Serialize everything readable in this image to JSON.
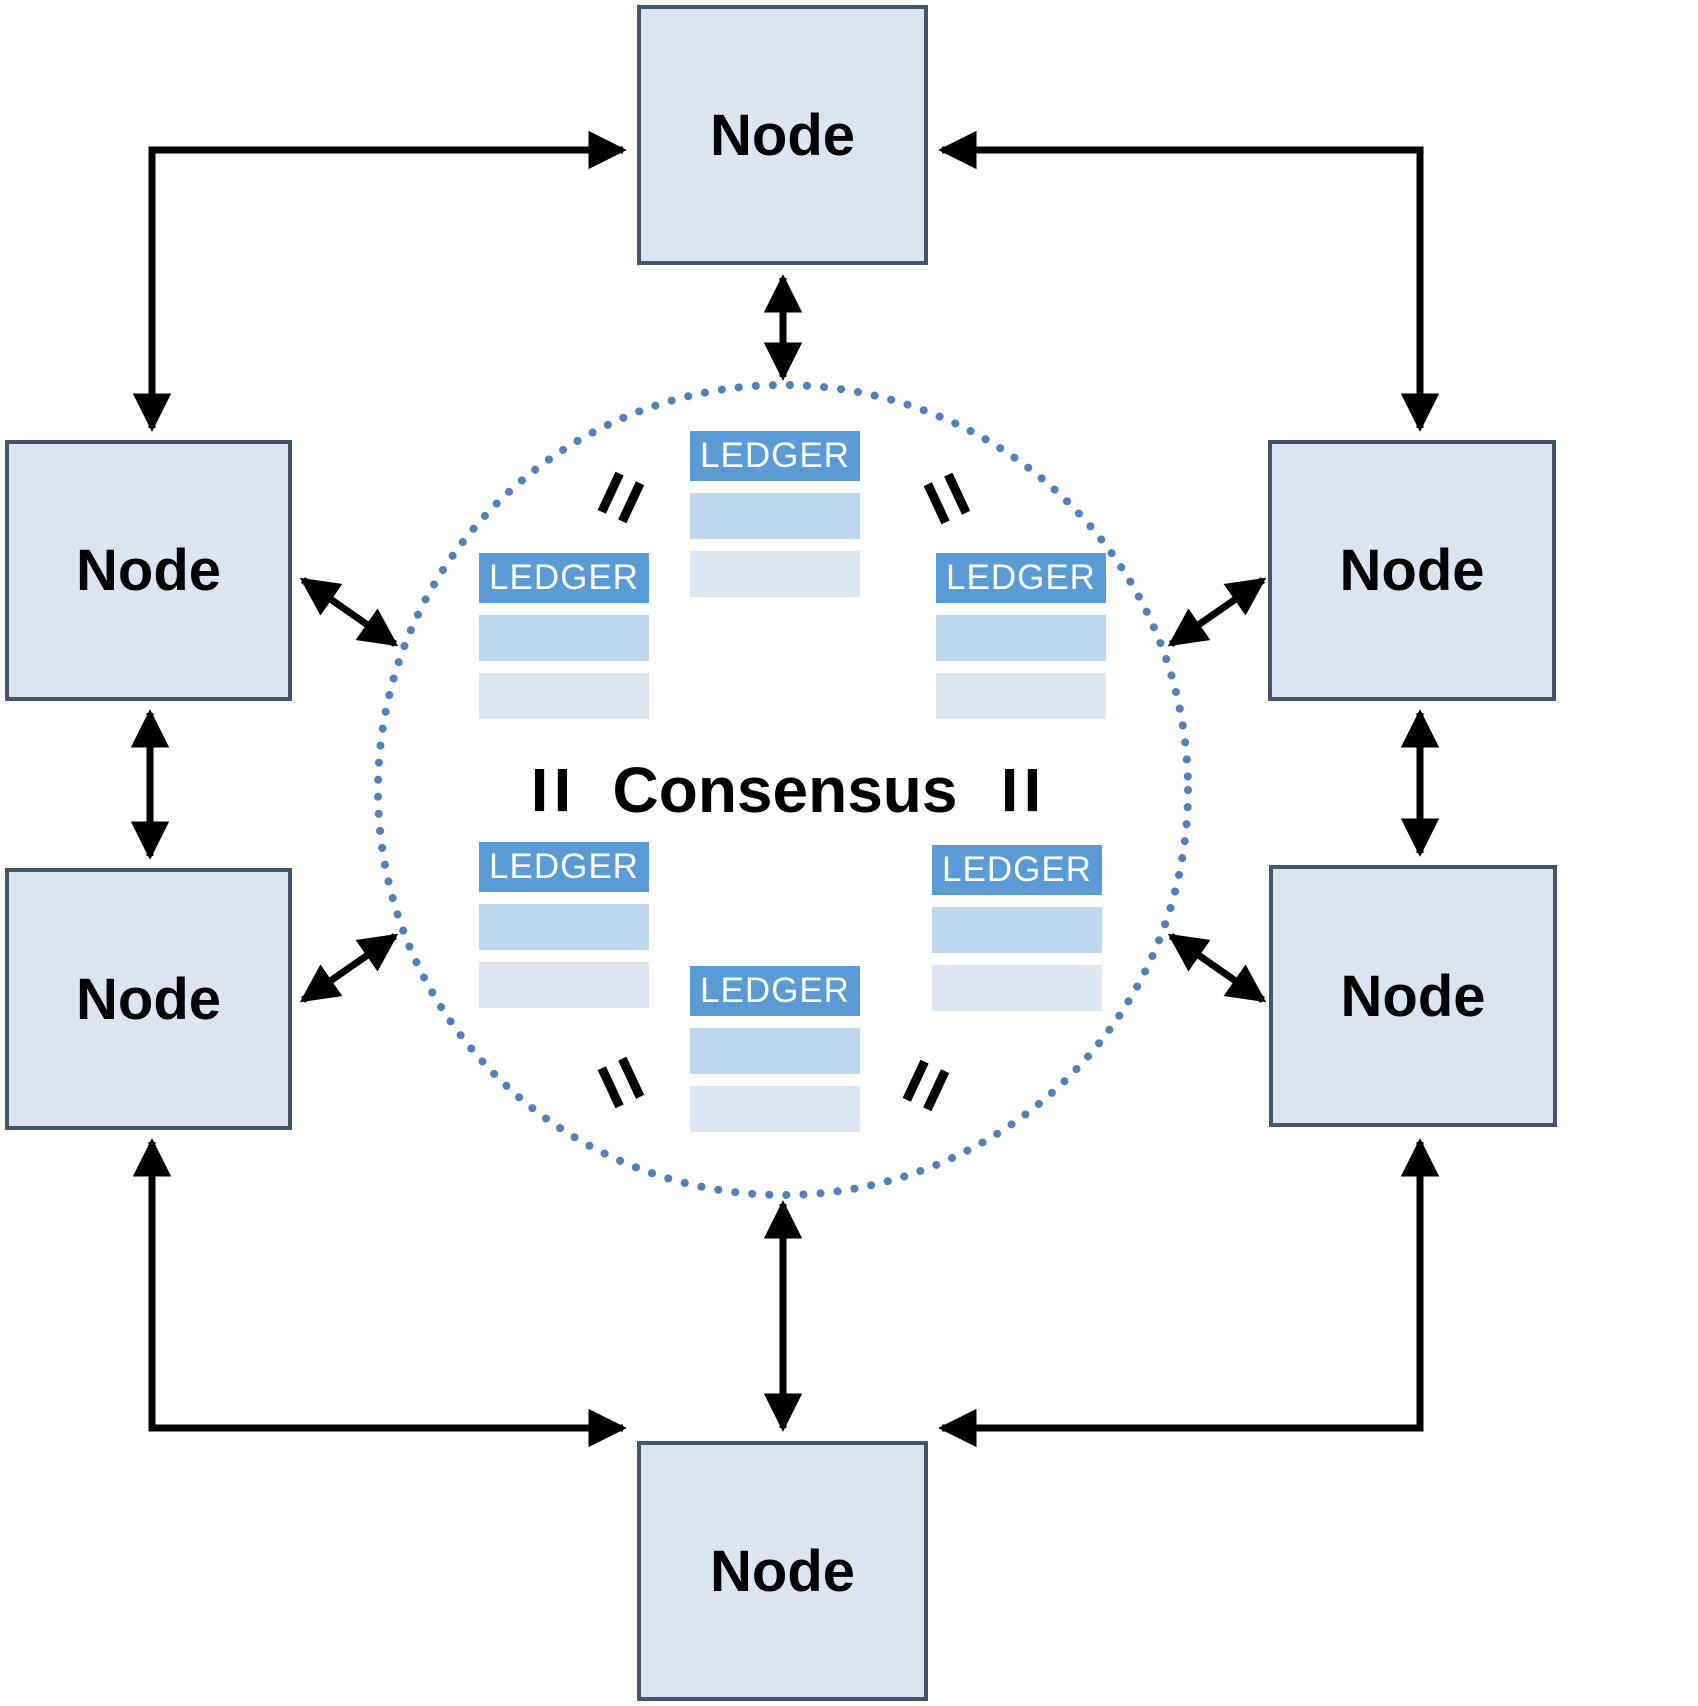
{
  "diagram": {
    "title": "",
    "center_label": "Consensus",
    "equals_symbol": "=",
    "nodes": [
      {
        "id": "top",
        "label": "Node"
      },
      {
        "id": "left-upper",
        "label": "Node"
      },
      {
        "id": "right-upper",
        "label": "Node"
      },
      {
        "id": "left-lower",
        "label": "Node"
      },
      {
        "id": "right-lower",
        "label": "Node"
      },
      {
        "id": "bottom",
        "label": "Node"
      }
    ],
    "ledgers": [
      {
        "id": "top",
        "label": "LEDGER"
      },
      {
        "id": "left-upper",
        "label": "LEDGER"
      },
      {
        "id": "right-upper",
        "label": "LEDGER"
      },
      {
        "id": "left-lower",
        "label": "LEDGER"
      },
      {
        "id": "right-lower",
        "label": "LEDGER"
      },
      {
        "id": "bottom",
        "label": "LEDGER"
      }
    ],
    "colors": {
      "background": "#ffffff",
      "node_fill": "#dbe5f1",
      "node_border": "#44546a",
      "circle_dotted": "#4f81bd",
      "ledger_header": "#5b9bd5",
      "ledger_row_mid": "#bdd7ee",
      "ledger_row_light": "#dce6f2",
      "arrow": "#000000",
      "text": "#000000"
    }
  }
}
